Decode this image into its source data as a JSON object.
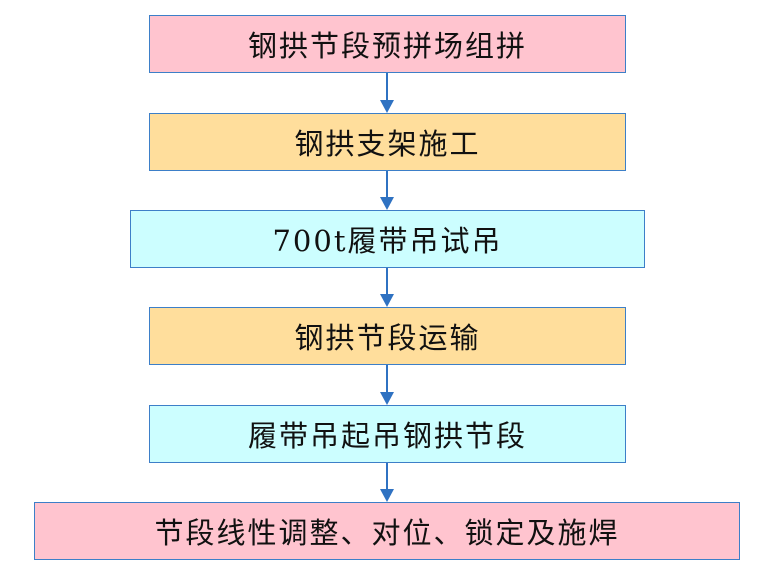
{
  "steps": [
    {
      "label": "钢拱节段预拼场组拼",
      "color": "#ffc4cf"
    },
    {
      "label": "钢拱支架施工",
      "color": "#ffde9c"
    },
    {
      "label": "700t履带吊试吊",
      "color": "#ccfeff"
    },
    {
      "label": "钢拱节段运输",
      "color": "#ffde9c"
    },
    {
      "label": "履带吊起吊钢拱节段",
      "color": "#ccfeff"
    },
    {
      "label": "节段线性调整、对位、锁定及施焊",
      "color": "#ffc4cf"
    }
  ],
  "arrow_color": "#2f72c2",
  "border_color": "#3d7fc8"
}
